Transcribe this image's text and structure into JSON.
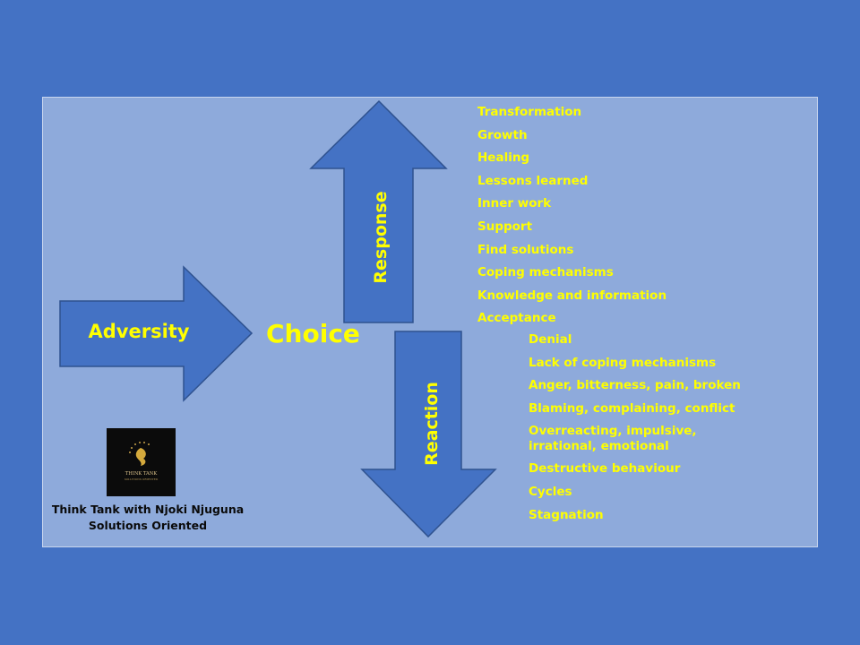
{
  "labels": {
    "adversity": "Adversity",
    "choice": "Choice",
    "response": "Response",
    "reaction": "Reaction"
  },
  "response_items": [
    "Transformation",
    "Growth",
    "Healing",
    "Lessons learned",
    "Inner work",
    "Support",
    "Find solutions",
    "Coping mechanisms",
    "Knowledge and information",
    "Acceptance"
  ],
  "reaction_items": [
    "Denial",
    "Lack of coping mechanisms",
    "Anger, bitterness, pain, broken",
    "Blaming, complaining, conflict",
    "Overreacting, impulsive, irrational, emotional",
    "Destructive behaviour",
    "Cycles",
    "Stagnation"
  ],
  "logo": {
    "text_main": "THINK TANK",
    "text_sub": "SOLUTIONS ORIENTED"
  },
  "caption": {
    "line1": "Think Tank with Njoki Njuguna",
    "line2": "Solutions Oriented"
  },
  "colors": {
    "background": "#4472c4",
    "panel": "#8eaadb",
    "arrow_fill": "#4472c4",
    "arrow_stroke": "#2f528f",
    "text_accent": "#ffff00"
  }
}
